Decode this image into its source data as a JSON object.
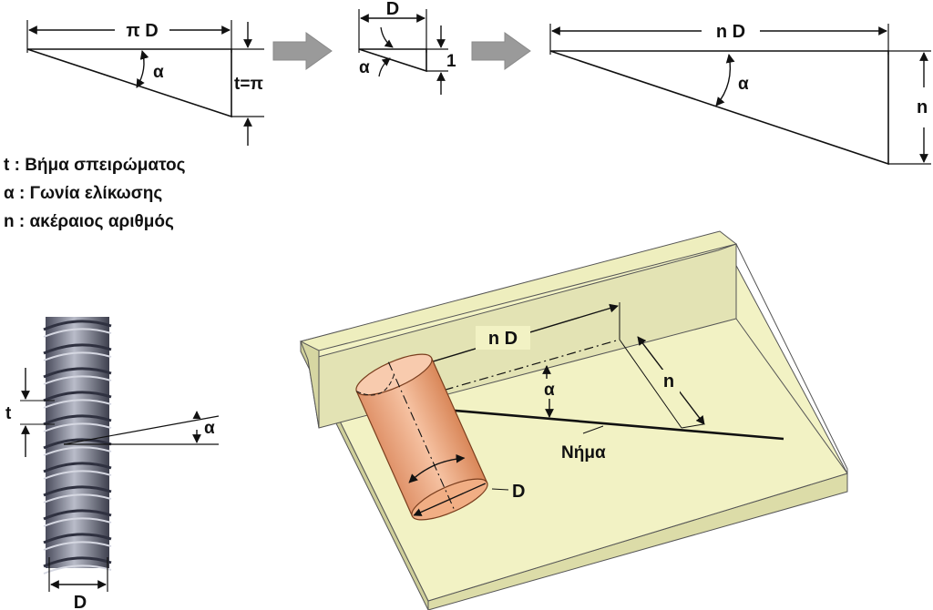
{
  "labels": {
    "pi_d": "π D",
    "alpha": "α",
    "t_eq_pi": "t=π",
    "d": "D",
    "one": "1",
    "n_d": "n D",
    "n": "n",
    "t": "t",
    "thread": "Νήμα"
  },
  "legend": [
    {
      "text": "t : Βήμα σπειρώματος"
    },
    {
      "text": "α : Γωνία ελίκωσης"
    },
    {
      "text": "n : ακέραιος αριθμός"
    }
  ],
  "colors": {
    "plate_top": "#f2f2c4",
    "plate_edge": "#dcdca8",
    "cylinder": "#f3b38e",
    "cylinder_dark": "#d9865a",
    "arrow_fill": "#9a9a9a",
    "screw": "#6f7184"
  }
}
